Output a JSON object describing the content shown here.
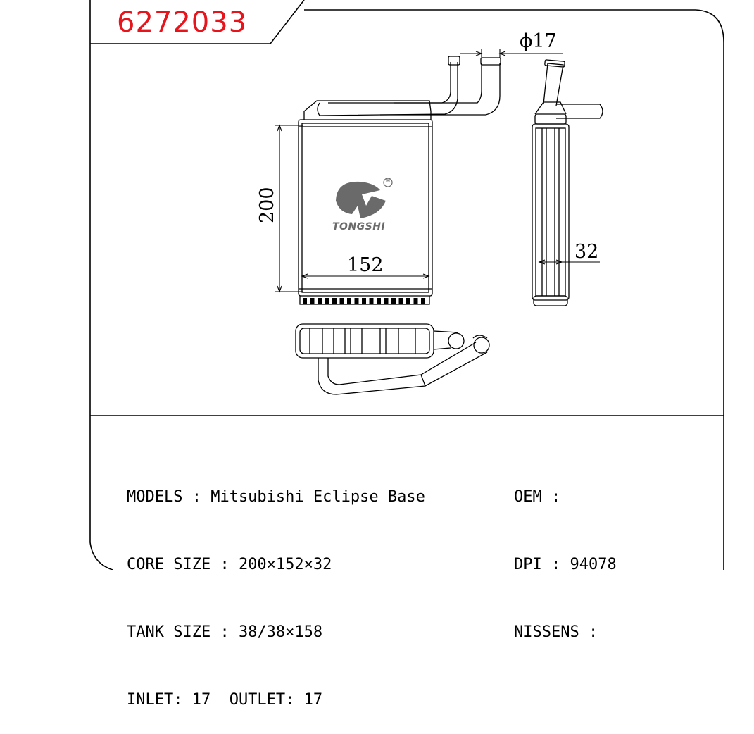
{
  "part_number": "6272033",
  "dimensions": {
    "pipe_diameter": "ϕ17",
    "height": "200",
    "width": "152",
    "depth": "32"
  },
  "logo": {
    "text": "TONGSHI",
    "mark": "®"
  },
  "specs": {
    "models": "MODELS : Mitsubishi Eclipse Base",
    "core_size": "CORE SIZE : 200×152×32",
    "tank_size": "TANK SIZE : 38/38×158",
    "inlet_outlet": "INLET: 17  OUTLET: 17",
    "oem": "OEM :",
    "dpi": "DPI : 94078",
    "nissens": "NISSENS :"
  },
  "colors": {
    "part_number": "#e8141b",
    "line": "#000000",
    "logo": "#6a6a6a"
  }
}
